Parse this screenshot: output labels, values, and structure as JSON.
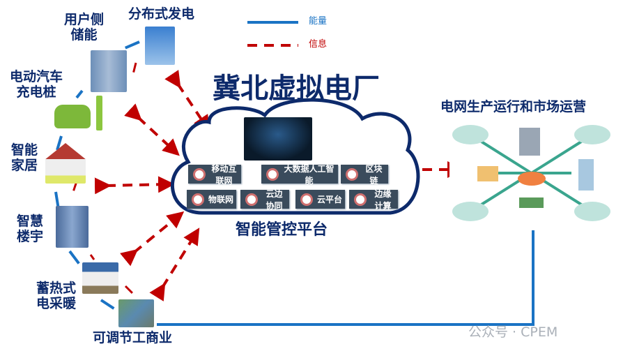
{
  "title": "冀北虚拟电厂",
  "legend": [
    {
      "label": "能量",
      "style": "solid",
      "color": "#1a73c4"
    },
    {
      "label": "信息",
      "style": "dashed",
      "color": "#c00000"
    }
  ],
  "platform": {
    "name": "智能管控平台",
    "technologies": [
      "移动互联网",
      "大数据人工智能",
      "区块链",
      "物联网",
      "云边协同",
      "云平台",
      "边缘计算"
    ]
  },
  "grid": {
    "label": "电网生产运行和市场运营"
  },
  "resources": [
    {
      "label": "用户侧\n储能"
    },
    {
      "label": "分布式发电"
    },
    {
      "label": "电动汽车\n充电桩"
    },
    {
      "label": "智能\n家居"
    },
    {
      "label": "智慧\n楼宇"
    },
    {
      "label": "蓄热式\n电采暖"
    },
    {
      "label": "可调节工商业"
    }
  ],
  "watermark": "公众号 · CPEM",
  "colors": {
    "navy": "#0d2a6b",
    "energy": "#1a73c4",
    "info": "#c00000",
    "button": "#3a4b5c"
  }
}
